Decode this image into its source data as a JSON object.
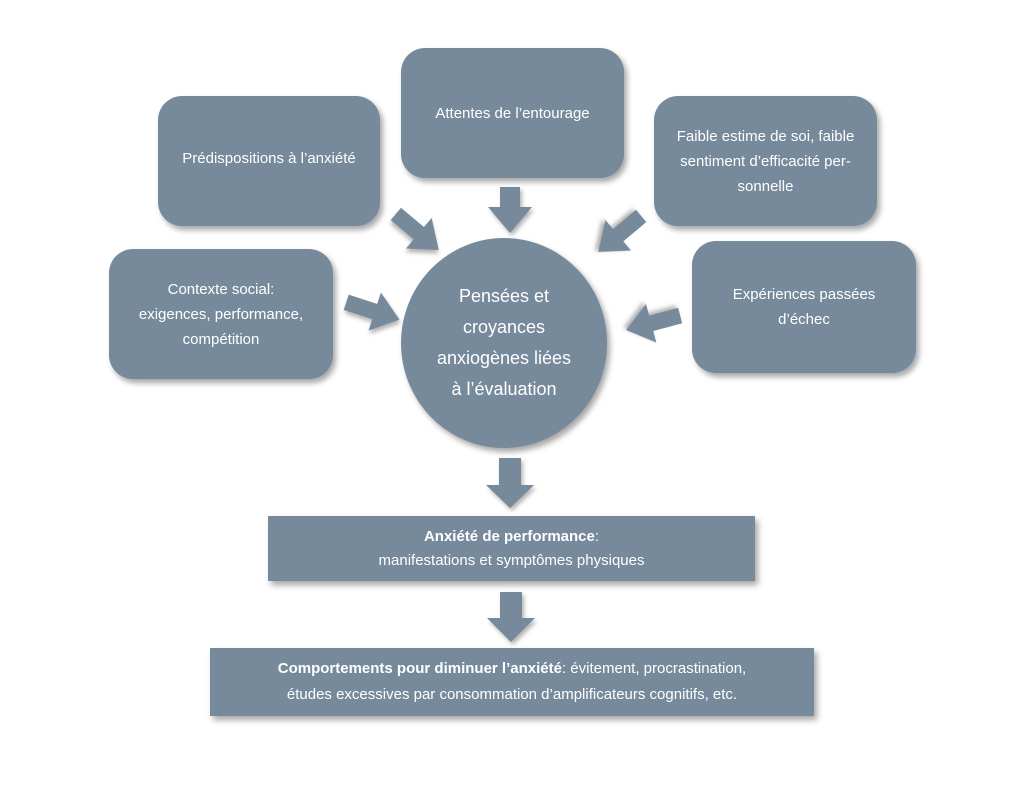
{
  "diagram": {
    "center": {
      "lines": [
        "Pensées et",
        "croyances",
        "anxiogènes liées",
        "à l’évaluation"
      ]
    },
    "inputs": {
      "attentes": {
        "lines": [
          "Attentes de l’entourage"
        ]
      },
      "predispositions": {
        "lines": [
          "Prédispositions à l’anxiété"
        ]
      },
      "estime": {
        "lines": [
          "Faible estime de soi, faible",
          "sentiment d’efficacité per-",
          "sonnelle"
        ]
      },
      "contexte": {
        "lines": [
          "Contexte social:",
          "exigences, performance,",
          "compétition"
        ]
      },
      "experiences": {
        "lines": [
          "Expériences passées",
          "d’échec"
        ]
      }
    },
    "performance": {
      "bold": "Anxiété de performance",
      "after_bold": ":",
      "line2": "manifestations et symptômes physiques"
    },
    "comportements": {
      "bold": "Comportements pour diminuer l’anxiété",
      "after_bold": ": évitement, procrastination,",
      "line2": "études excessives par consommation d’amplificateurs cognitifs, etc."
    },
    "colors": {
      "shape_fill": "#768a9b",
      "text": "#ffffff",
      "background": "#ffffff"
    }
  }
}
